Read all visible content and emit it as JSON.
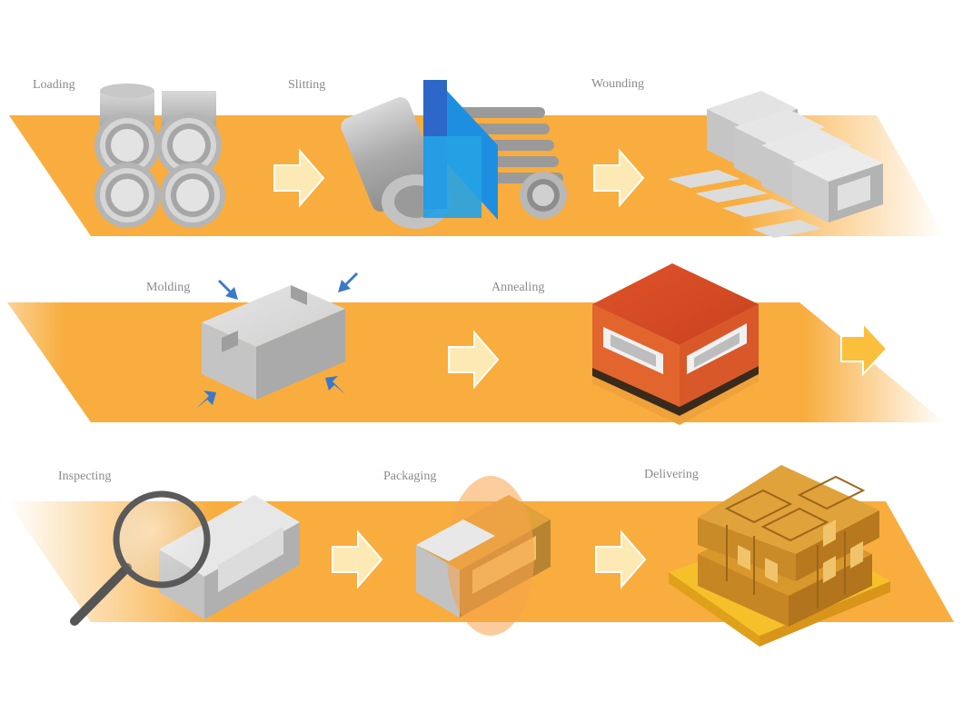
{
  "steps": {
    "loading": "Loading",
    "slitting": "Slitting",
    "wounding": "Wounding",
    "molding": "Molding",
    "annealing": "Annealing",
    "inspecting": "Inspecting",
    "packaging": "Packaging",
    "delivering": "Delivering"
  },
  "colors": {
    "band": "#f8ad3e",
    "arrow_fill": "#fde9b3",
    "metal": "#bdbdbd",
    "slitter_blue": "#1e6fd0",
    "furnace": "#d9562a",
    "pallet": "#f6c02a",
    "core_gold": "#d89a2c",
    "press_arrow": "#3a78c9"
  }
}
